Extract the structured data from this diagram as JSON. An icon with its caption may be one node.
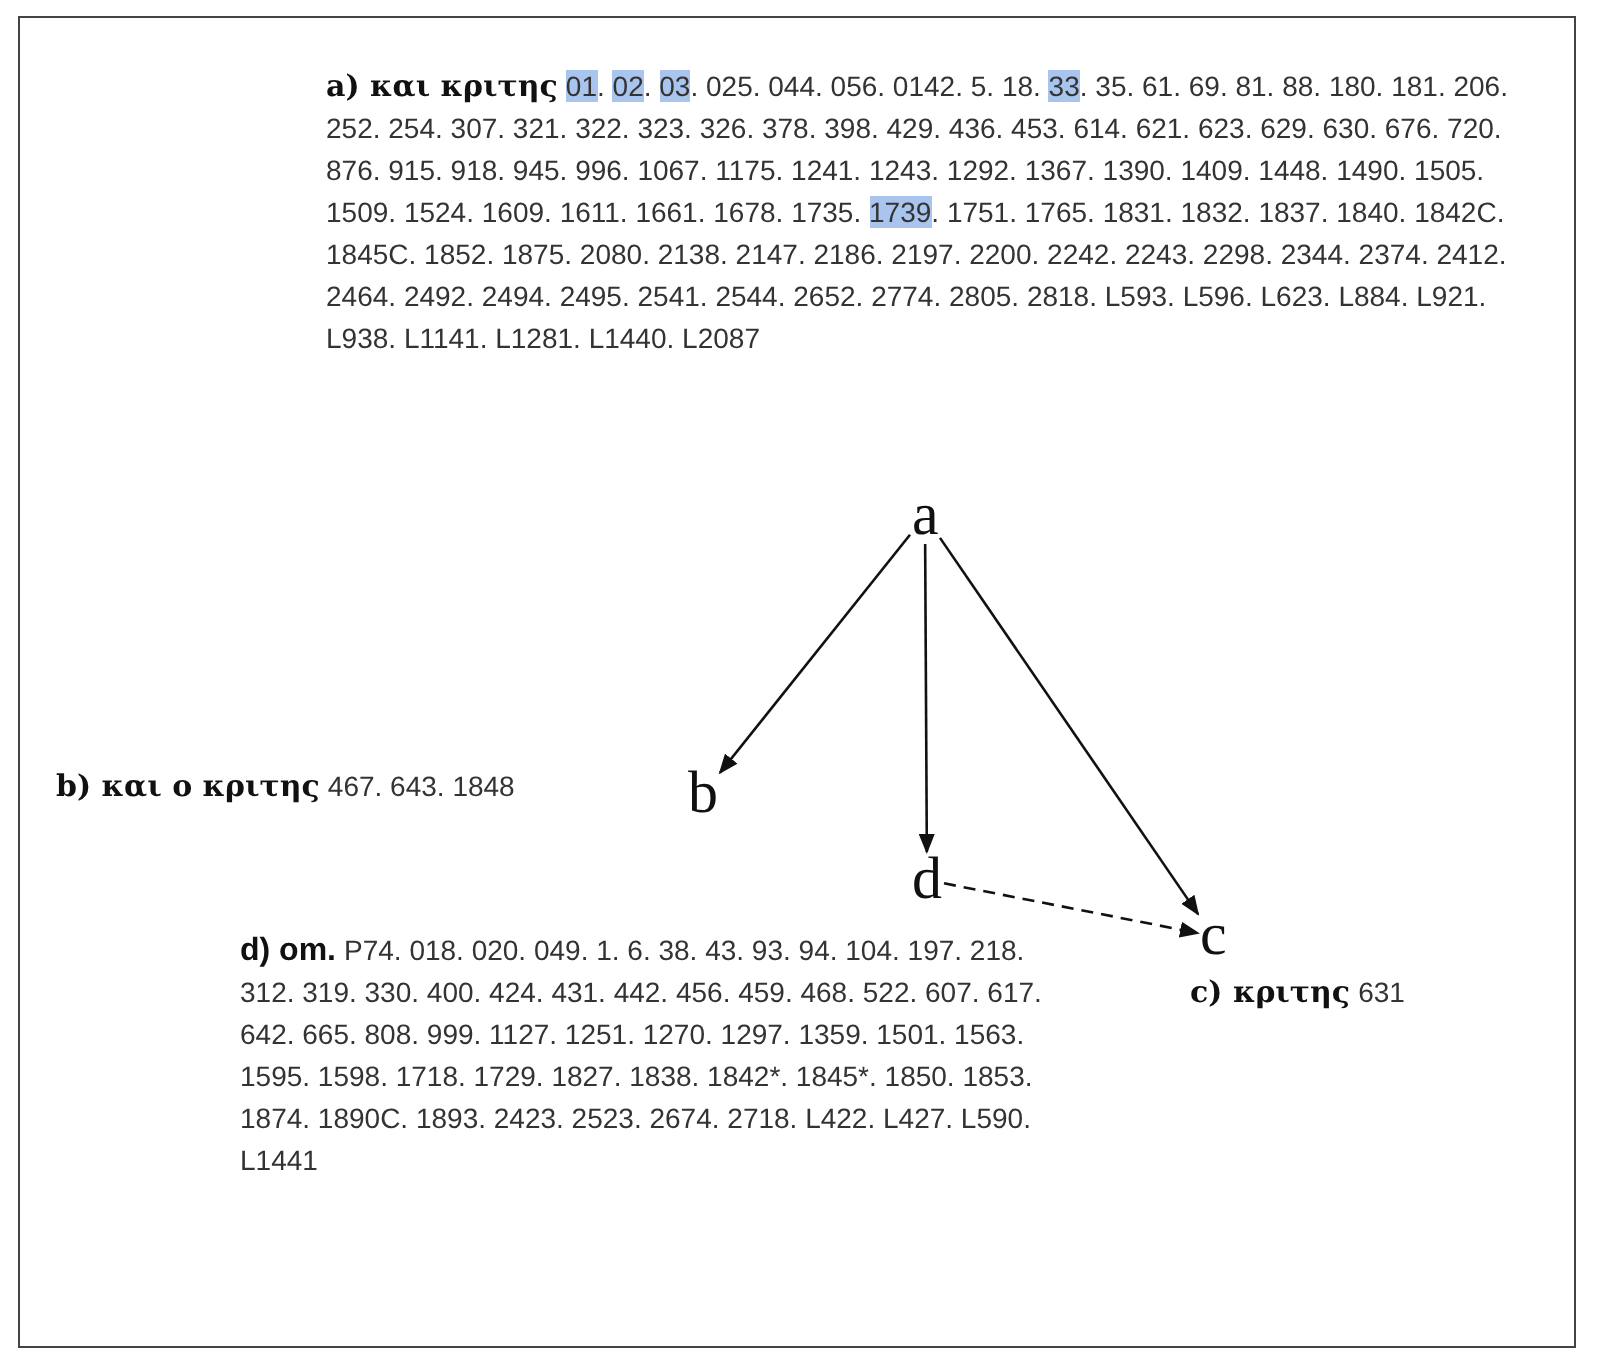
{
  "diagram": {
    "nodes": [
      {
        "text": [
          "a"
        ]
      },
      {
        "text": [
          "b"
        ]
      },
      {
        "text": [
          "d"
        ]
      },
      {
        "text": [
          "c"
        ]
      }
    ],
    "edges": [
      {
        "from": 0,
        "to": 1,
        "arrow": "to"
      },
      {
        "from": 0,
        "to": 2,
        "arrow": "to"
      },
      {
        "from": 0,
        "to": 3,
        "arrow": "to"
      },
      {
        "from": 2,
        "to": 3,
        "arrow": "to",
        "style": "dashed"
      }
    ],
    "labels": [
      "a) και κριτης",
      "01. 02. 03. 025. 044. 056. 0142. 5. 18. 33. 35. 61. 69. 81. 88. 180. 181. 206. 252. 254. 307. 321. 322. 323. 326. 378. 398. 429. 436. 453. 614. 621. 623. 629. 630. 676. 720. 876. 915. 918. 945. 996. 1067. 1175. 1241. 1243. 1292. 1367. 1390. 1409. 1448. 1490. 1505. 1509. 1524. 1609. 1611. 1661. 1678. 1735. 1739. 1751. 1765. 1831. 1832. 1837. 1840. 1842C. 1845C. 1852. 1875. 2080. 2138. 2147. 2186. 2197. 2200. 2242. 2243. 2298. 2344. 2374. 2412. 2464. 2492. 2494. 2495. 2541. 2544. 2652. 2774. 2805. 2818. L593. L596. L623. L884. L921. L938. L1141. L1281. L1440. L2087",
      "b) και ο κριτης",
      "467. 643. 1848",
      "d) om.",
      "P74. 018. 020. 049. 1. 6. 38. 43. 93. 94. 104. 197. 218. 312. 319. 330. 400. 424. 431. 442. 456. 459. 468. 522. 607. 617. 642. 665. 808. 999. 1127. 1251. 1270. 1297. 1359. 1501. 1563. 1595. 1598. 1718. 1729. 1827. 1838. 1842*. 1845*. 1850. 1853. 1874. 1890C. 1893. 2423. 2523. 2674. 2718. L422. L427. L590. L1441",
      "c) κριτης",
      "631"
    ]
  }
}
